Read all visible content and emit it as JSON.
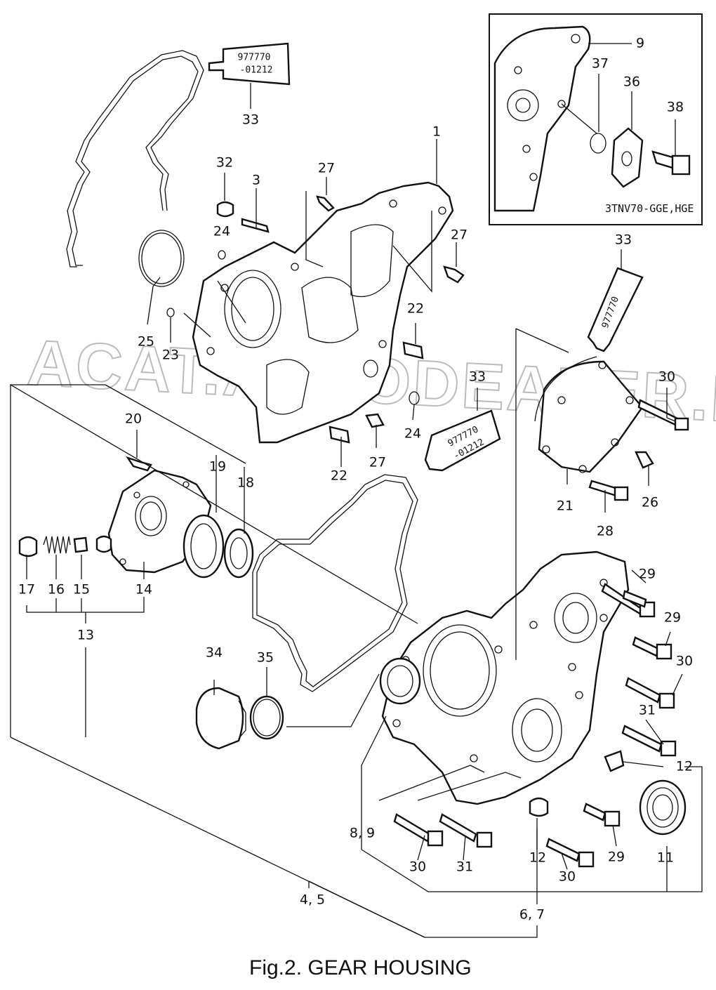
{
  "caption": "Fig.2.  GEAR HOUSING",
  "watermark": "ACAT.AUTODEALER.RU",
  "inset_label": "3TNV70-GGE,HGE",
  "tube_text_line1": "977770",
  "tube_text_line2": "-01212",
  "callouts": [
    {
      "id": "c1",
      "text": "1"
    },
    {
      "id": "c3",
      "text": "3"
    },
    {
      "id": "c32",
      "text": "32"
    },
    {
      "id": "c27a",
      "text": "27"
    },
    {
      "id": "c27b",
      "text": "27"
    },
    {
      "id": "c24a",
      "text": "24"
    },
    {
      "id": "c22a",
      "text": "22"
    },
    {
      "id": "c23",
      "text": "23"
    },
    {
      "id": "c25",
      "text": "25"
    },
    {
      "id": "c33a",
      "text": "33"
    },
    {
      "id": "c9",
      "text": "9"
    },
    {
      "id": "c37",
      "text": "37"
    },
    {
      "id": "c36",
      "text": "36"
    },
    {
      "id": "c38",
      "text": "38"
    },
    {
      "id": "c33b",
      "text": "33"
    },
    {
      "id": "c30a",
      "text": "30"
    },
    {
      "id": "c33c",
      "text": "33"
    },
    {
      "id": "c24b",
      "text": "24"
    },
    {
      "id": "c27c",
      "text": "27"
    },
    {
      "id": "c22b",
      "text": "22"
    },
    {
      "id": "c20",
      "text": "20"
    },
    {
      "id": "c19",
      "text": "19"
    },
    {
      "id": "c18",
      "text": "18"
    },
    {
      "id": "c21",
      "text": "21"
    },
    {
      "id": "c28",
      "text": "28"
    },
    {
      "id": "c26",
      "text": "26"
    },
    {
      "id": "c17",
      "text": "17"
    },
    {
      "id": "c16",
      "text": "16"
    },
    {
      "id": "c15",
      "text": "15"
    },
    {
      "id": "c14",
      "text": "14"
    },
    {
      "id": "c13",
      "text": "13"
    },
    {
      "id": "c29a",
      "text": "29"
    },
    {
      "id": "c29b",
      "text": "29"
    },
    {
      "id": "c30b",
      "text": "30"
    },
    {
      "id": "c31a",
      "text": "31"
    },
    {
      "id": "c12a",
      "text": "12"
    },
    {
      "id": "c34",
      "text": "34"
    },
    {
      "id": "c35",
      "text": "35"
    },
    {
      "id": "c89",
      "text": "8, 9"
    },
    {
      "id": "c30c",
      "text": "30"
    },
    {
      "id": "c31b",
      "text": "31"
    },
    {
      "id": "c12b",
      "text": "12"
    },
    {
      "id": "c29c",
      "text": "29"
    },
    {
      "id": "c11",
      "text": "11"
    },
    {
      "id": "c30d",
      "text": "30"
    },
    {
      "id": "c45",
      "text": "4, 5"
    },
    {
      "id": "c67",
      "text": "6, 7"
    }
  ]
}
